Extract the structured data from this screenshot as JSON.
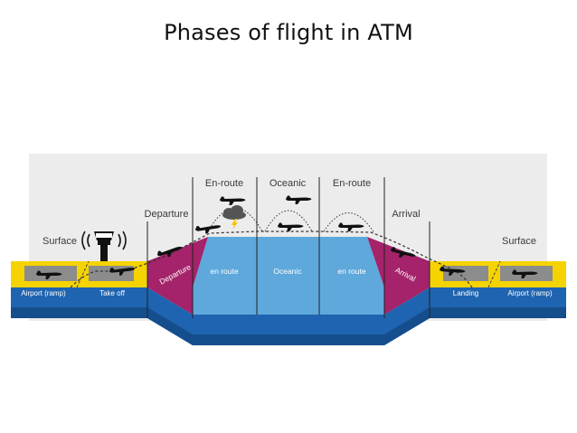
{
  "title": "Phases of flight in ATM",
  "phases": {
    "surface_left": "Surface",
    "departure": "Departure",
    "enroute_1": "En-route",
    "oceanic": "Oceanic",
    "enroute_2": "En-route",
    "arrival": "Arrival",
    "surface_right": "Surface"
  },
  "ground_labels": {
    "airport_left": "Airport (ramp)",
    "takeoff": "Take off",
    "landing": "Landing",
    "airport_right": "Airport (ramp)"
  },
  "zone_labels": {
    "departure": "Departure",
    "enroute_1": "en route",
    "oceanic": "Oceanic",
    "enroute_2": "en route",
    "arrival": "Arrival"
  },
  "icons": {
    "control_tower": "control-tower-icon",
    "aircraft": "aircraft-icon",
    "storm_cloud": "storm-cloud-icon"
  },
  "colors": {
    "panel": "#ececec",
    "ground_yellow": "#f5d300",
    "ramp_gray": "#8c8c8c",
    "airspace_blue": "#5fa8dc",
    "base_blue": "#1f64b0",
    "base_dark": "#154e8d",
    "transition_magenta": "#a4236a",
    "divider": "#222222"
  }
}
